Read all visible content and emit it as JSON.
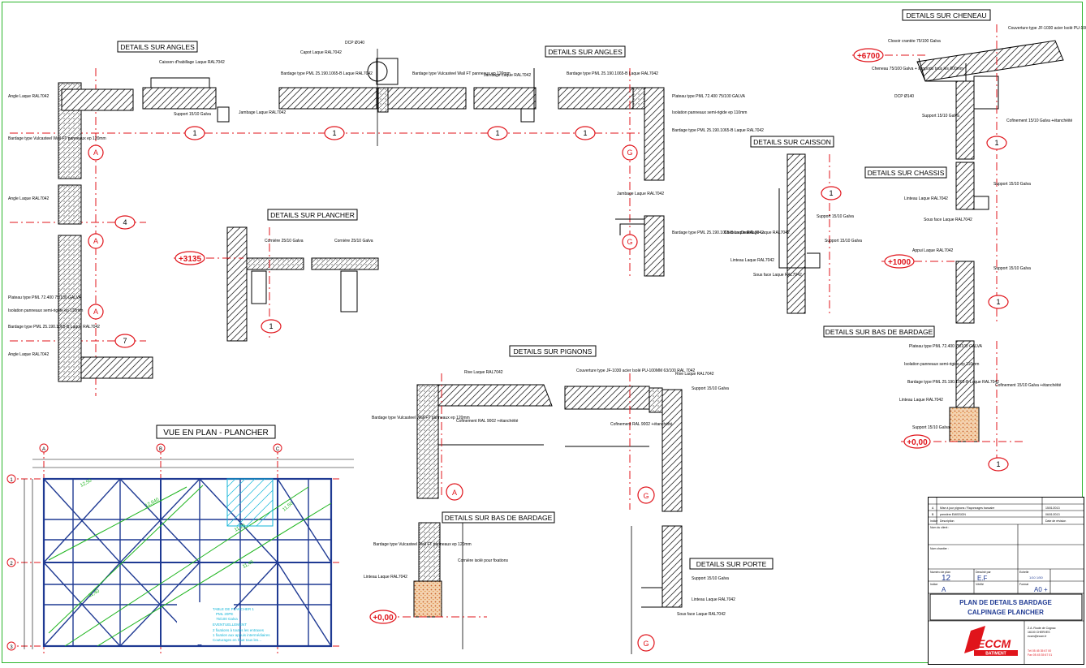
{
  "details": {
    "angles_left": "DETAILS SUR ANGLES",
    "angles_right": "DETAILS SUR ANGLES",
    "cheneau": "DETAILS SUR CHENEAU",
    "caisson": "DETAILS SUR CAISSON",
    "chassis": "DETAILS SUR CHASSIS",
    "plancher": "DETAILS SUR PLANCHER",
    "bas_bardage_right": "DETAILS SUR BAS DE BARDAGE",
    "pignons": "DETAILS SUR PIGNONS",
    "bas_bardage_mid": "DETAILS SUR BAS DE BARDAGE",
    "porte": "DETAILS SUR PORTE",
    "vue_plan": "VUE EN PLAN  - PLANCHER"
  },
  "levels": {
    "lvl_6700": "+6700",
    "lvl_3135": "+3135",
    "lvl_1000": "+1000",
    "lvl_000_right": "+0,00",
    "lvl_000_mid": "+0,00"
  },
  "bubbles": {
    "b1": "1",
    "bA": "A",
    "bG": "G",
    "b4": "4",
    "b7": "7",
    "bC": "C",
    "b2": "2",
    "b3": "3",
    "bB": "B"
  },
  "notes": {
    "angle_laque": "Angle Laque RAL7042",
    "caisson_habillage": "Caisson d'habillage Laque RAL7042",
    "capot": "Capot Laque RAL7042",
    "dcp": "DCP Ø140",
    "bardage_type": "Bardage type Vulcasteel Wall FT panneaux ep 120mm",
    "jambage": "Jambage Laque RAL7042",
    "support_galva": "Support 15/10 Galva",
    "plateau_type": "Plateau type PML 72.400 75/100 GALVA",
    "isolation": "Isolation panneaux semi-rigide ep 110mm",
    "bardage_pml": "Bardage type PML 25.190.1065-B Laque RAL7042",
    "closoir": "Closoir crantée 75/100 Galva",
    "couverture": "Couverture type JF-1030 acier Isolé PU-100MM 63/100 RAL 7042",
    "cheneau_note": "Cheneau 75/100 Galva + supports tous les 600mm",
    "cofinement": "Cofinement 15/10 Galva +étanchéité",
    "linteau": "Linteau Laque RAL7042",
    "sous_face": "Sous face Laque RAL7042",
    "appui": "Appui Laque RAL7042",
    "cornière": "Cornière 25/10 Galva",
    "rive": "Rive Laque RAL7042",
    "cofinement_pignon": "Cofinement RAL 9002 +étanchéité",
    "corniere_isole": "Cornière isolé pour fixations",
    "support_porte": "Support 15/10 Galva",
    "legend_1": "TABLE DE PLANCHER 1",
    "legend_2": "PML 20PE",
    "legend_3": "75/100 Galva",
    "legend_4": "EVENTUELLEMENT",
    "legend_5": "2 fixations à toutes les entraxes",
    "legend_6": "1 fixation aux appuis intermédiaires",
    "legend_7": "Couturages en haut tous les..."
  },
  "plan_dims": {
    "d1": "12,640",
    "d2": "11,25",
    "d3": "11,50",
    "d4": "11,45",
    "d5": "11,40",
    "d6": "12,50"
  },
  "titleblock": {
    "rev_a": "A",
    "rev_a_desc": "Mise à jour pignons / Rayonnages bancaire",
    "rev_a_date": "15/01/2013",
    "rev_b": "B",
    "rev_b_desc": "première EMISSION",
    "rev_b_date": "06/01/2013",
    "indice": "Indice",
    "description": "Description",
    "date_label": "Date de révision",
    "client_label": "Nom du client :",
    "chantier_label": "Nom chantier :",
    "num_label": "Numéro de plan",
    "num_value": "12",
    "indice_label": "Indice",
    "indice_value": "A",
    "dessine_label": "Dessiné par",
    "dessine_value": "E.F",
    "verifie_label": "Vérifié",
    "echelle_label": "Echelle",
    "echelle_value": "1/10 1/50",
    "format_label": "Format",
    "format_value": "A0 +",
    "title_line1": "PLAN DE DETAILS BARDAGE",
    "title_line2": "CALPINAGE PLANCHER",
    "logo": "ECCM",
    "logo_sub": "BATIMENT",
    "addr1": "Z.A. Route de Cognac",
    "addr2": "16100 CHERVES",
    "addr3": "eccm@eccm.fr",
    "tel": "Tél 05 45 35 67 00",
    "fax": "Fax 05 45 35 67 01"
  },
  "colors": {
    "red": "#e0141b",
    "green": "#1fb51f",
    "navy": "#1f3a93",
    "cyan": "#12b5d8",
    "hatch": "#444444",
    "brick": "#d86a30"
  }
}
